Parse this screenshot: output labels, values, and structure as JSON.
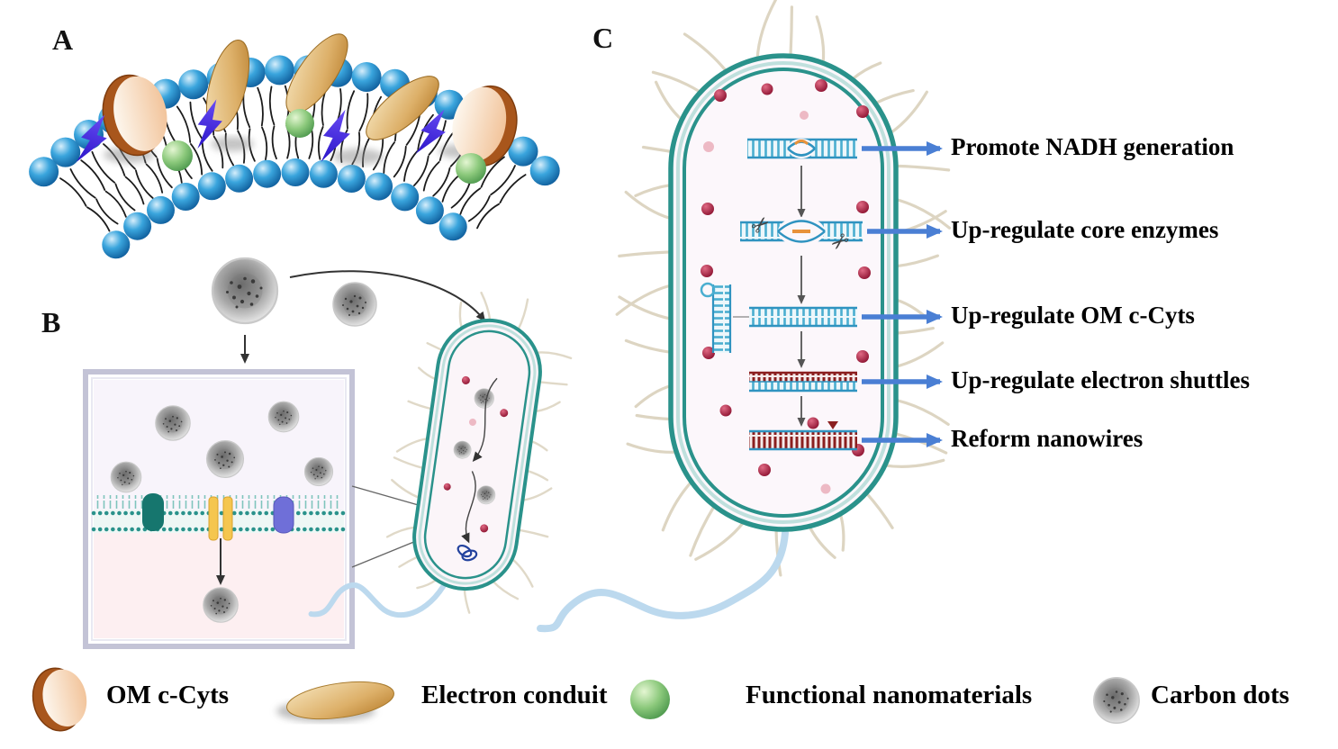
{
  "figure": {
    "panels": {
      "a": {
        "label": "A"
      },
      "b": {
        "label": "B"
      },
      "c": {
        "label": "C"
      }
    },
    "annotations": [
      {
        "label": "Promote NADH generation"
      },
      {
        "label": "Up-regulate core enzymes"
      },
      {
        "label": "Up-regulate OM c-Cyts"
      },
      {
        "label": "Up-regulate electron shuttles"
      },
      {
        "label": "Reform nanowires"
      }
    ],
    "legend": [
      {
        "icon": "om-c-cyts-icon",
        "label": "OM c-Cyts"
      },
      {
        "icon": "electron-conduit-icon",
        "label": "Electron conduit"
      },
      {
        "icon": "functional-nanomaterials-icon",
        "label": "Functional nanomaterials"
      },
      {
        "icon": "carbon-dots-icon",
        "label": "Carbon dots"
      }
    ],
    "icons": {
      "scissors": "✂"
    },
    "colors": {
      "membrane_blue": "#2d9bd8",
      "cell_teal": "#2a928b",
      "annotation_arrow": "#4a7fd4",
      "lightning_blue": "#4a2de8",
      "nanomaterial_green": "#7cc06c",
      "conduit_tan": "#ddb069",
      "c_cyt_rim": "#a8561c",
      "dna_blue": "#4aaed0",
      "dna_red": "#8b1f1f",
      "electron_shuttle_red": "#a81e3f",
      "flagella_beige": "#ddd5c2",
      "flagellum_blue": "#bcd9ee"
    }
  }
}
